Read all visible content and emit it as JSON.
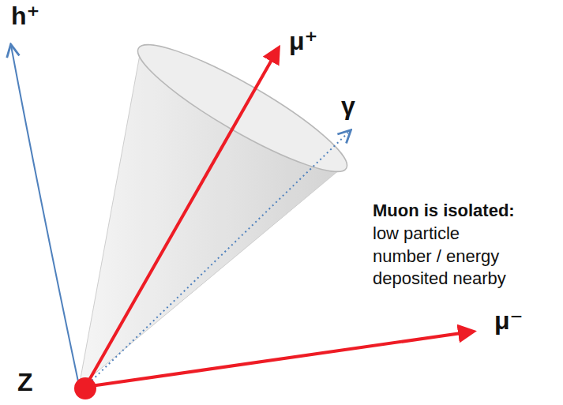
{
  "diagram": {
    "labels": [
      "h⁺",
      "μ⁺",
      "γ",
      "μ⁻",
      "Z",
      "Muon is isolated:",
      "low particle number / energy deposited nearby"
    ]
  }
}
